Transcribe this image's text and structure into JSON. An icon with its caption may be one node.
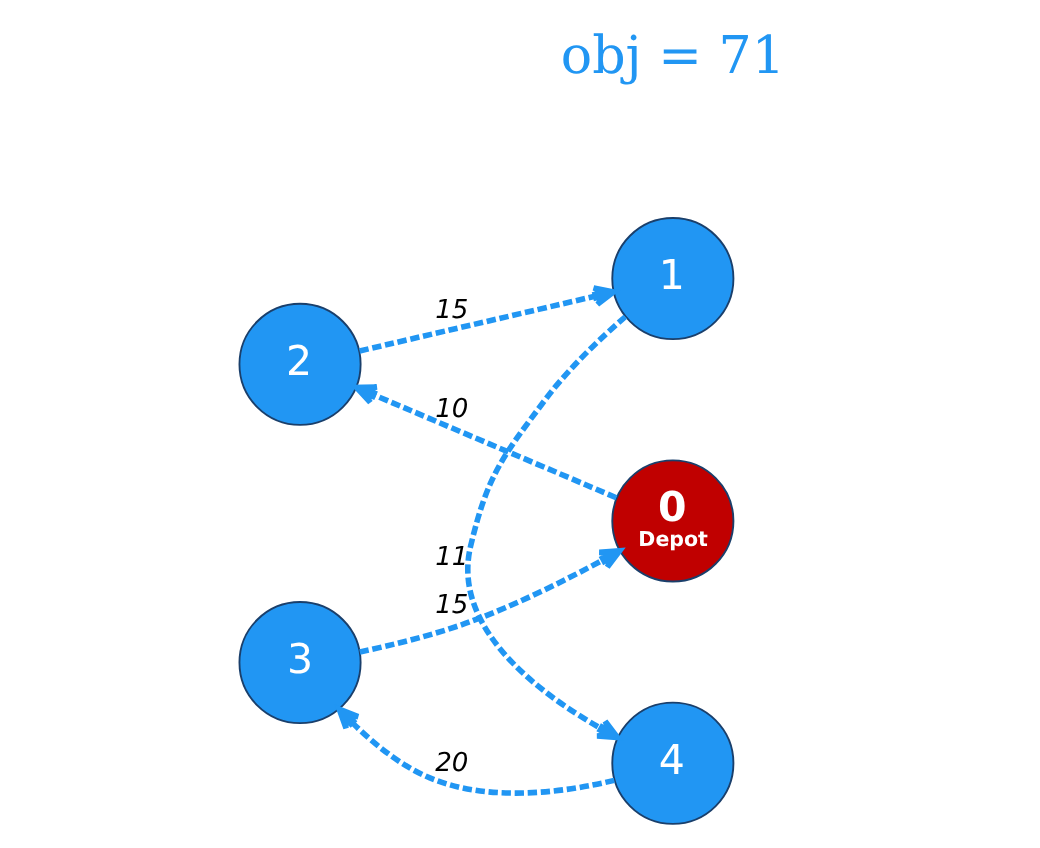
{
  "diagram": {
    "nodes": [
      {
        "text": [
          "2"
        ]
      },
      {
        "text": [
          "1"
        ]
      },
      {
        "text": [
          "0",
          "Depot"
        ]
      },
      {
        "text": [
          "3"
        ]
      },
      {
        "text": [
          "4"
        ]
      }
    ],
    "edges": [
      {
        "from": 2,
        "to": 0,
        "arrow": "to",
        "label": "10",
        "style": "dashed"
      },
      {
        "from": 0,
        "to": 1,
        "arrow": "to",
        "label": "15",
        "style": "dashed"
      },
      {
        "from": 1,
        "to": 4,
        "arrow": "to",
        "label": "11",
        "style": "dashed"
      },
      {
        "from": 4,
        "to": 3,
        "arrow": "to",
        "label": "20",
        "style": "dashed"
      },
      {
        "from": 3,
        "to": 2,
        "arrow": "to",
        "label": "15",
        "style": "dashed"
      }
    ],
    "labels": [
      "obj = 71"
    ]
  }
}
